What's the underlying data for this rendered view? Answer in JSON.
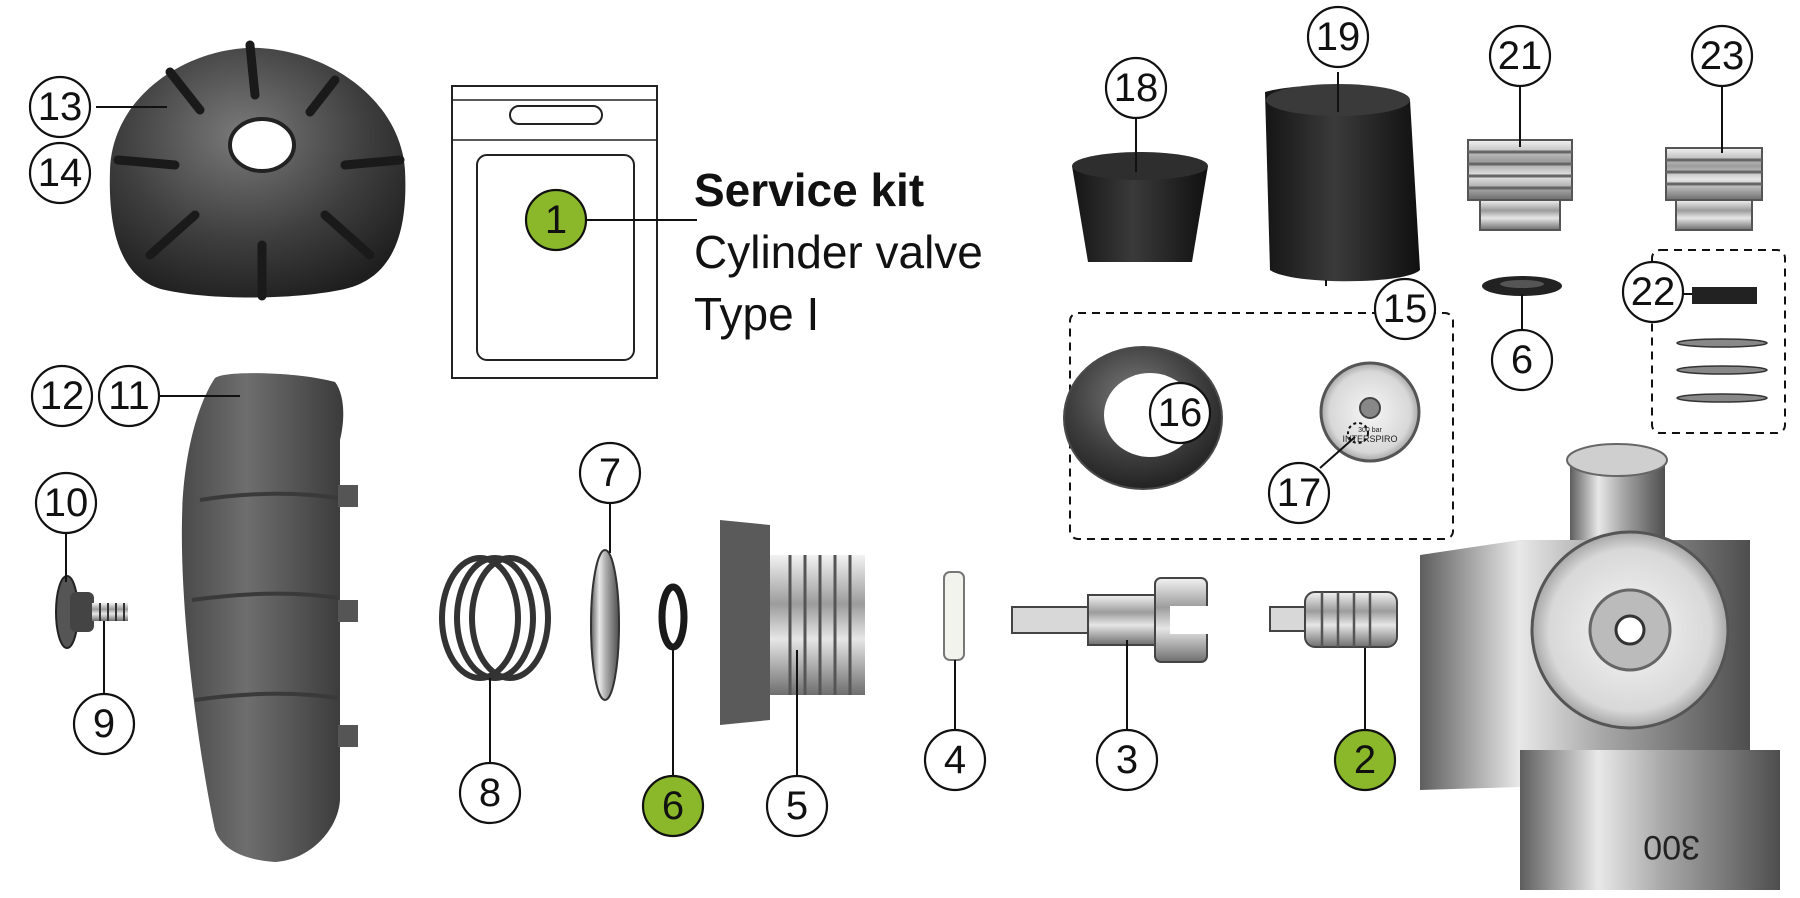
{
  "kit": {
    "title": "Service kit",
    "line1": "Cylinder valve",
    "line2": "Type I"
  },
  "colors": {
    "highlight": "#8ab82a",
    "stroke": "#111111"
  },
  "callouts": {
    "c1": "1",
    "c2": "2",
    "c3": "3",
    "c4": "4",
    "c5": "5",
    "c6a": "6",
    "c6b": "6",
    "c7": "7",
    "c8": "8",
    "c9": "9",
    "c10": "10",
    "c11": "11",
    "c12": "12",
    "c13": "13",
    "c14": "14",
    "c15": "15",
    "c16": "16",
    "c17": "17",
    "c18": "18",
    "c19": "19",
    "c21": "21",
    "c22": "22",
    "c23": "23"
  },
  "gauge": {
    "brand": "INTERSPIRO",
    "scale": "300 bar"
  },
  "valve_marking": "300"
}
